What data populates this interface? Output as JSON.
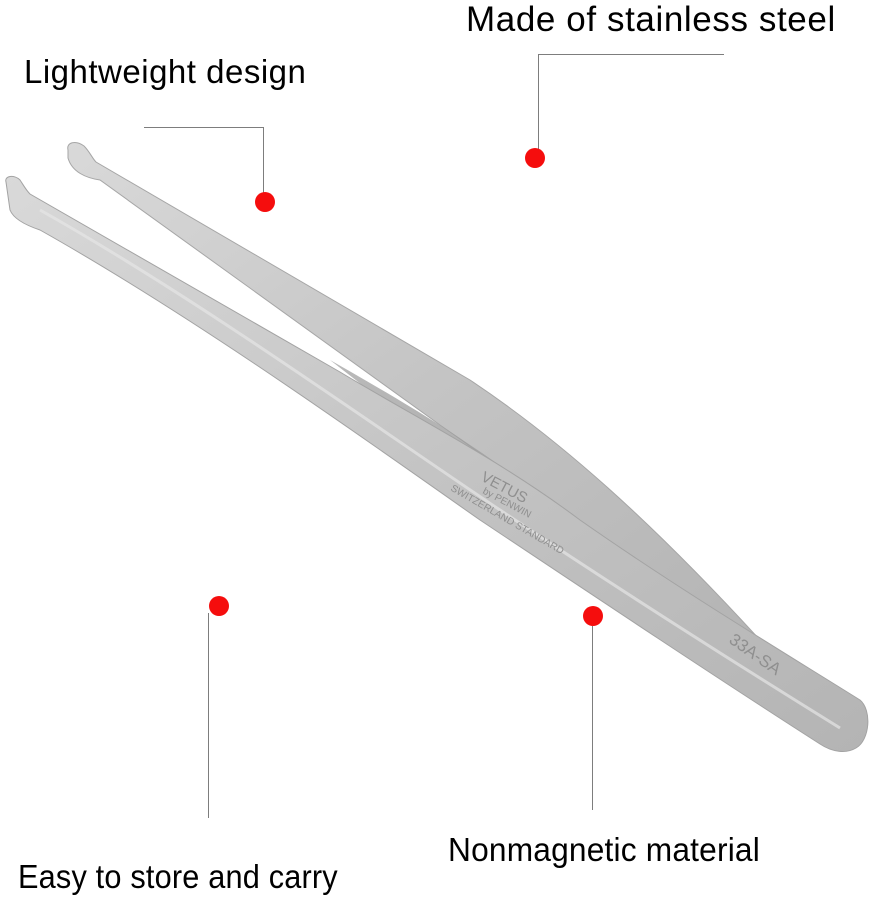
{
  "image": {
    "subject": "Stainless steel tweezers with feature callouts",
    "background": "#ffffff"
  },
  "callouts": [
    {
      "id": "stainless",
      "text": "Made of stainless steel",
      "dot": [
        535,
        158
      ]
    },
    {
      "id": "lightweight",
      "text": "Lightweight design",
      "dot": [
        265,
        202
      ]
    },
    {
      "id": "easy-carry",
      "text": "Easy to store and carry",
      "dot": [
        219,
        606
      ]
    },
    {
      "id": "nonmagnetic",
      "text": "Nonmagnetic material",
      "dot": [
        593,
        616
      ]
    }
  ],
  "engraving": {
    "brand": "VETUS",
    "sub_brand": "by PENWIN",
    "standard": "SWITZERLAND STANDARD",
    "model": "33A-SA"
  },
  "colors": {
    "dot": "#f50d0d",
    "leader_line": "#7d7d7d",
    "steel_light": "#d6d6d6",
    "steel_mid": "#bcbcbc",
    "steel_dark": "#9a9a9a"
  }
}
